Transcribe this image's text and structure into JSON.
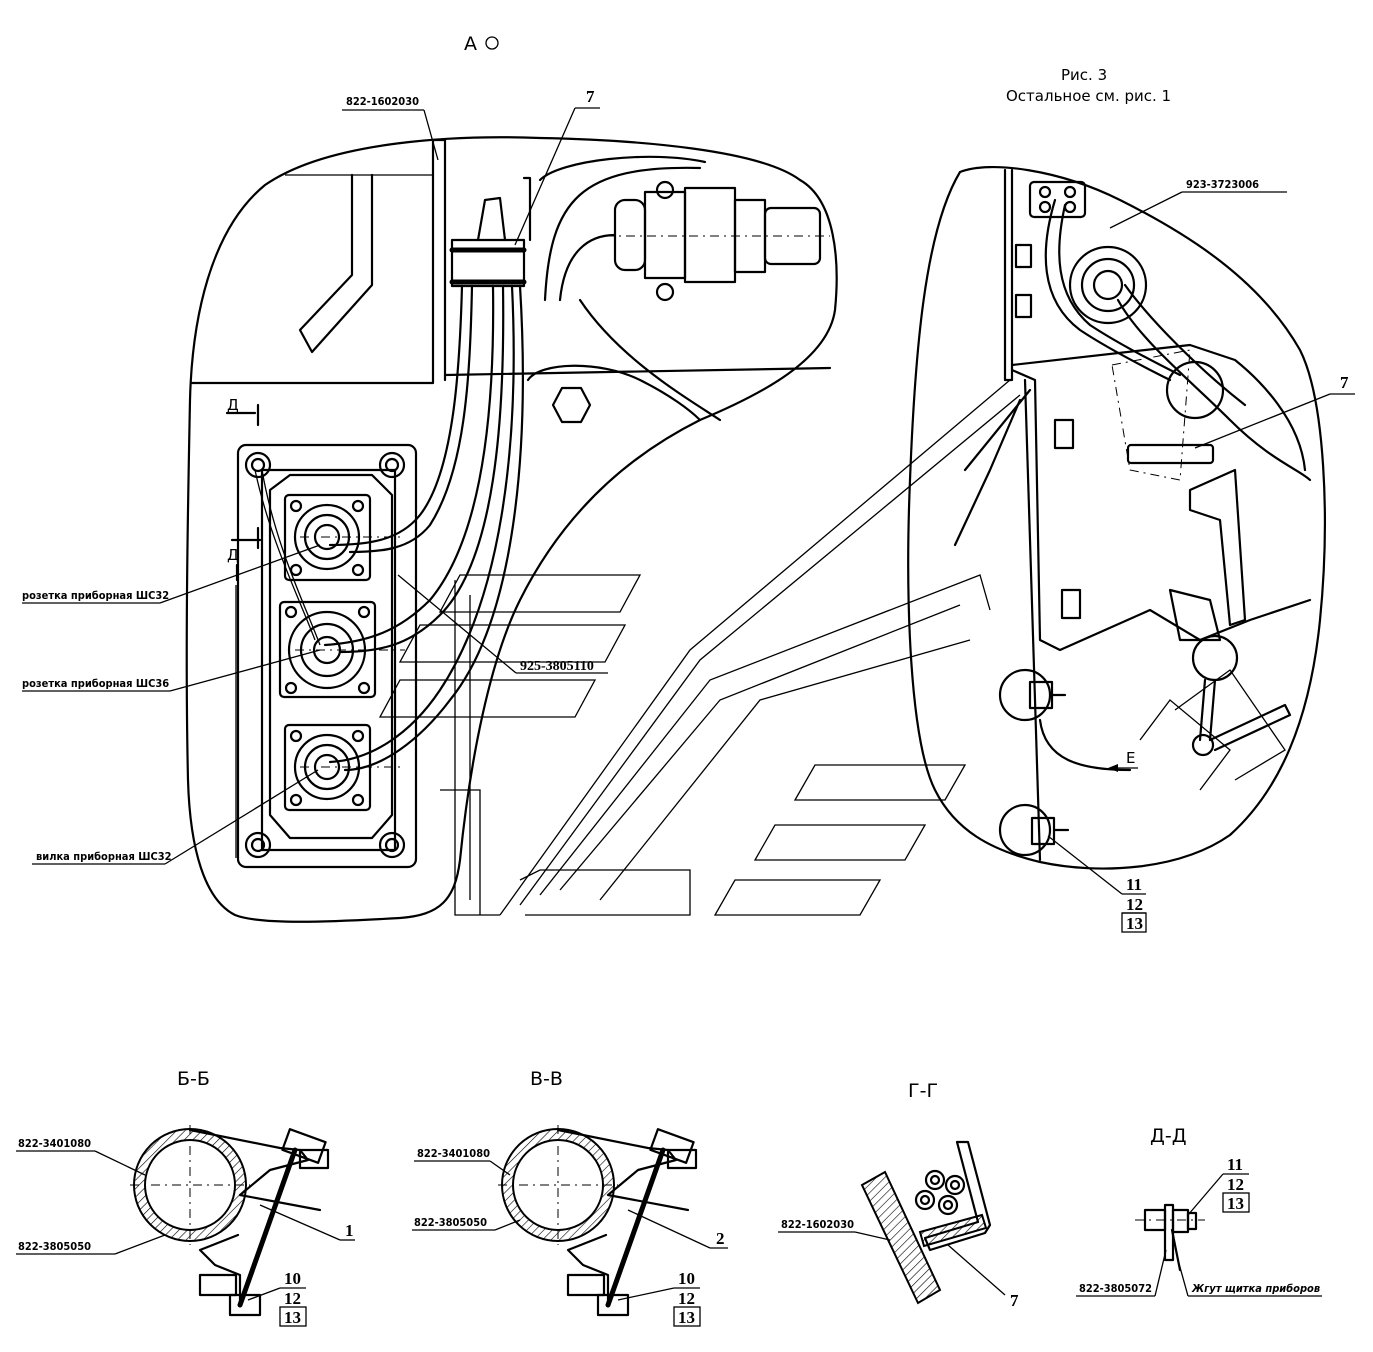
{
  "views": {
    "view_a": "А",
    "figure_caption": "Рис. 3",
    "figure_note": "Остальное см. рис. 1",
    "section_b": "Б-Б",
    "section_v": "В-В",
    "section_g": "Г-Г",
    "section_d": "Д-Д",
    "section_mark": "Д",
    "view_e": "Е"
  },
  "labels": {
    "part_822_1602030": "822-1602030",
    "part_923_3723006": "923-3723006",
    "part_925_3805110": "925-3805110",
    "socket_sh32": "розетка приборная ШС32",
    "socket_sh36": "розетка приборная ШС36",
    "plug_sh32": "вилка приборная ШС32",
    "part_822_3401080": "822-3401080",
    "part_822_3805050": "822-3805050",
    "part_822_3805072": "822-3805072",
    "harness": "Жгут щитка приборов"
  },
  "positions": {
    "p1": "1",
    "p2": "2",
    "p7": "7",
    "p10": "10",
    "p11": "11",
    "p12": "12",
    "p13": "13"
  }
}
